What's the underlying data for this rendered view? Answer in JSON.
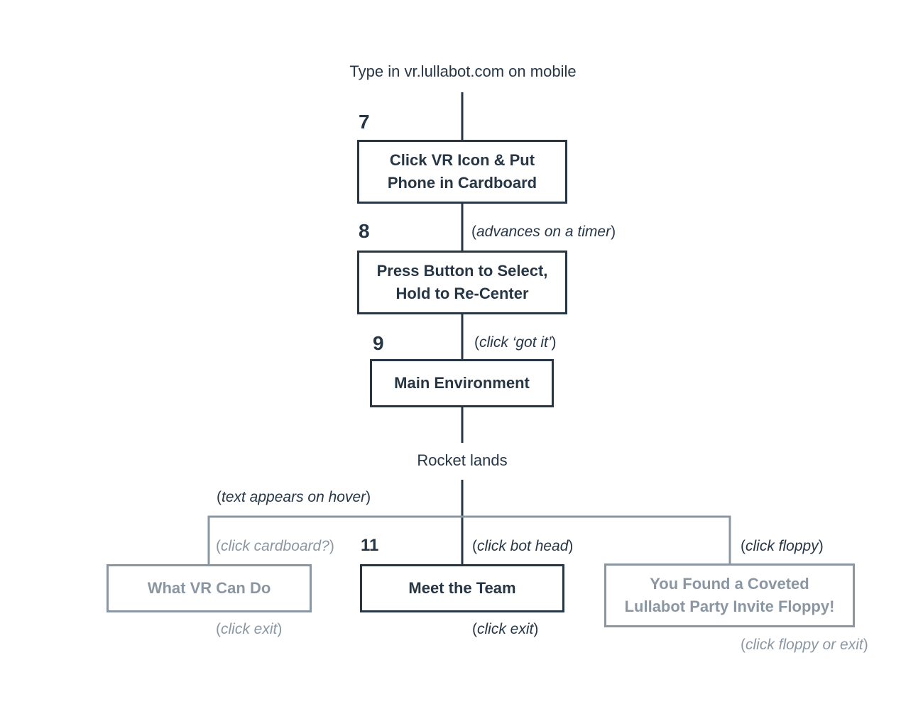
{
  "start_label": "Type in vr.lullabot.com on mobile",
  "steps": {
    "step7": "7",
    "step8": "8",
    "step9": "9",
    "step11": "11"
  },
  "nodes": {
    "click_vr_icon": "Click VR Icon & Put\nPhone in Cardboard",
    "press_button": "Press Button to Select,\nHold to Re-Center",
    "main_environment": "Main Environment",
    "rocket_lands": "Rocket lands",
    "what_vr_can_do": "What VR Can Do",
    "meet_the_team": "Meet the Team",
    "floppy": "You Found a Coveted\nLullabot Party Invite Floppy!"
  },
  "notes": {
    "advances_on_timer": "advances on a timer",
    "click_got_it": "click ‘got it’",
    "text_appears_on_hover": "text appears on hover",
    "click_cardboard": "click cardboard?",
    "click_bot_head": "click bot head",
    "click_floppy": "click floppy",
    "click_exit_left": "click exit",
    "click_exit_center": "click exit",
    "click_floppy_or_exit": "click floppy or exit"
  },
  "colors": {
    "primary": "#263645",
    "muted": "#8a97a3",
    "background": "#ffffff"
  }
}
